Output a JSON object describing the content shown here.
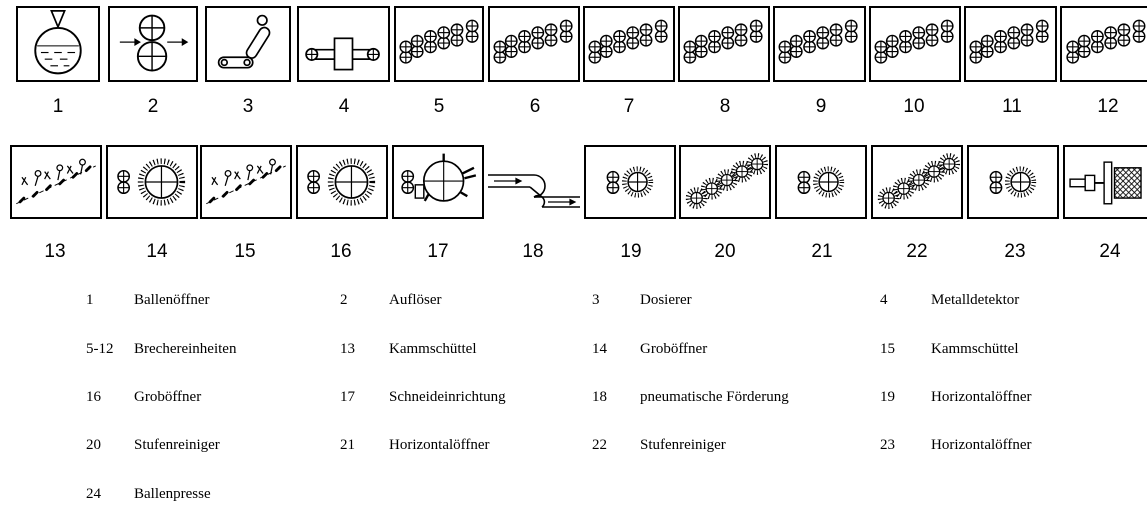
{
  "row1": [
    "1",
    "2",
    "3",
    "4",
    "5",
    "6",
    "7",
    "8",
    "9",
    "10",
    "11",
    "12"
  ],
  "row2": [
    "13",
    "14",
    "15",
    "16",
    "17",
    "18",
    "19",
    "20",
    "21",
    "22",
    "23",
    "24"
  ],
  "legend": [
    {
      "n": "1",
      "label": "Ballenöffner"
    },
    {
      "n": "2",
      "label": "Auflöser"
    },
    {
      "n": "3",
      "label": "Dosierer"
    },
    {
      "n": "4",
      "label": "Metalldetektor"
    },
    {
      "n": "5-12",
      "label": "Brechereinheiten"
    },
    {
      "n": "13",
      "label": "Kammschüttel"
    },
    {
      "n": "14",
      "label": "Groböffner"
    },
    {
      "n": "15",
      "label": "Kammschüttel"
    },
    {
      "n": "16",
      "label": "Groböffner"
    },
    {
      "n": "17",
      "label": "Schneideinrichtung"
    },
    {
      "n": "18",
      "label": "pneumatische Förderung"
    },
    {
      "n": "19",
      "label": "Horizontalöffner"
    },
    {
      "n": "20",
      "label": "Stufenreiniger"
    },
    {
      "n": "21",
      "label": "Horizontalöffner"
    },
    {
      "n": "22",
      "label": "Stufenreiniger"
    },
    {
      "n": "23",
      "label": "Horizontalöffner"
    },
    {
      "n": "24",
      "label": "Ballenpresse"
    }
  ]
}
